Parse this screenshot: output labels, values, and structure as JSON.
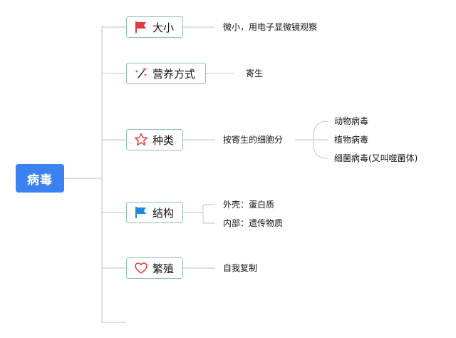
{
  "root": {
    "label": "病毒"
  },
  "branches": [
    {
      "label": "大小",
      "icon": "red-flag-icon",
      "details": [
        {
          "label": "微小，用电子显微镜观察"
        }
      ]
    },
    {
      "label": "营养方式",
      "icon": "magic-wand-icon",
      "details": [
        {
          "label": "寄生"
        }
      ]
    },
    {
      "label": "种类",
      "icon": "star-icon",
      "details": [
        {
          "label": "按寄生的细胞分",
          "children": [
            {
              "label": "动物病毒"
            },
            {
              "label": "植物病毒"
            },
            {
              "label": "细菌病毒(又叫噬菌体)"
            }
          ]
        }
      ]
    },
    {
      "label": "结构",
      "icon": "blue-flag-icon",
      "details": [
        {
          "label": "外壳：蛋白质"
        },
        {
          "label": "内部：遗传物质"
        }
      ]
    },
    {
      "label": "繁殖",
      "icon": "heart-icon",
      "details": [
        {
          "label": "自我复制"
        }
      ]
    }
  ],
  "colors": {
    "root_fill": "#3b82f0",
    "topic_border": "#8fc3b0",
    "connector": "#cfcfcf",
    "flag_red": "#e23b3b",
    "flag_blue": "#1e88e5"
  }
}
